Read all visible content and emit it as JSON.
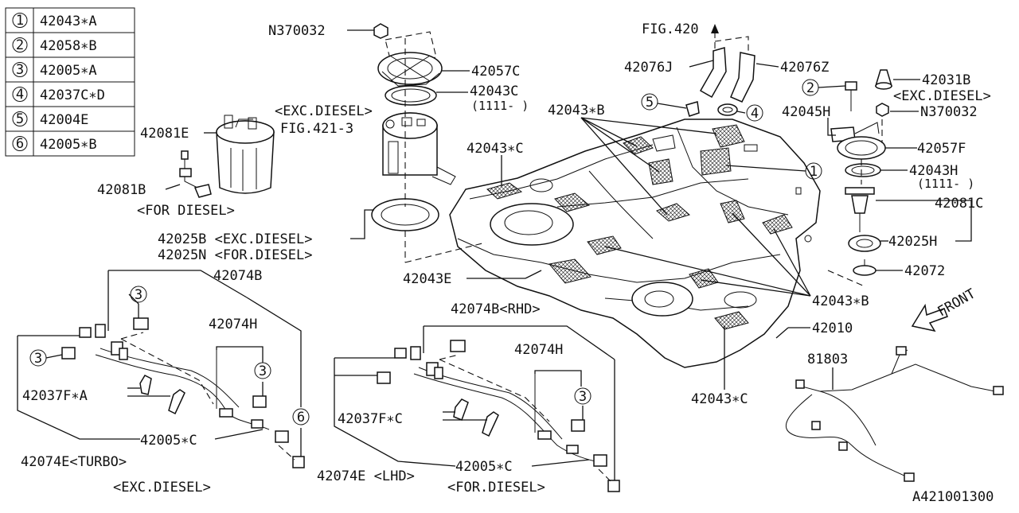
{
  "legend": [
    {
      "num": "1",
      "part": "42043∗A"
    },
    {
      "num": "2",
      "part": "42058∗B"
    },
    {
      "num": "3",
      "part": "42005∗A"
    },
    {
      "num": "4",
      "part": "42037C∗D"
    },
    {
      "num": "5",
      "part": "42004E"
    },
    {
      "num": "6",
      "part": "42005∗B"
    }
  ],
  "labels": {
    "n370032_top": "N370032",
    "p42057c": "42057C",
    "p42043c": "42043C",
    "p42043c_note": "(1111- )",
    "exc_diesel_pump": "<EXC.DIESEL>",
    "fig421": "FIG.421-3",
    "p42081e": "42081E",
    "p42081b": "42081B",
    "for_diesel_left": "<FOR DIESEL>",
    "p42025b": "42025B <EXC.DIESEL>",
    "p42025n": "42025N <FOR.DIESEL>",
    "p42043e": "42043E",
    "fig420": "FIG.420",
    "p42076j": "42076J",
    "p42076z": "42076Z",
    "p42043b_top": "42043∗B",
    "p42043c_mid": "42043∗C",
    "p42031b": "42031B",
    "exc_diesel_right": "<EXC.DIESEL>",
    "p42045h": "42045H",
    "n370032_right": "N370032",
    "p42057f": "42057F",
    "p42043h": "42043H",
    "p42043h_note": "(1111- )",
    "p42081c": "42081C",
    "p42025h": "42025H",
    "p42072": "42072",
    "p42043b_right": "42043∗B",
    "p42010": "42010",
    "front": "FRONT",
    "p81803": "81803",
    "p42043c_bottom": "42043∗C",
    "p42074b_left": "42074B",
    "p42074h_left": "42074H",
    "p42037f_a": "42037F∗A",
    "p42005c_left": "42005∗C",
    "p42074e_turbo": "42074E<TURBO>",
    "exc_diesel_bottom": "<EXC.DIESEL>",
    "p42074b_rhd": "42074B<RHD>",
    "p42074h_right": "42074H",
    "p42037f_c": "42037F∗C",
    "p42005c_right": "42005∗C",
    "p42074e_lhd": "42074E <LHD>",
    "for_diesel_bottom": "<FOR.DIESEL>",
    "callout_1": "1",
    "callout_2": "2",
    "callout_3a": "3",
    "callout_3b": "3",
    "callout_3c": "3",
    "callout_3d": "3",
    "callout_4": "4",
    "callout_5": "5",
    "callout_6": "6",
    "diagram_id": "A421001300"
  }
}
